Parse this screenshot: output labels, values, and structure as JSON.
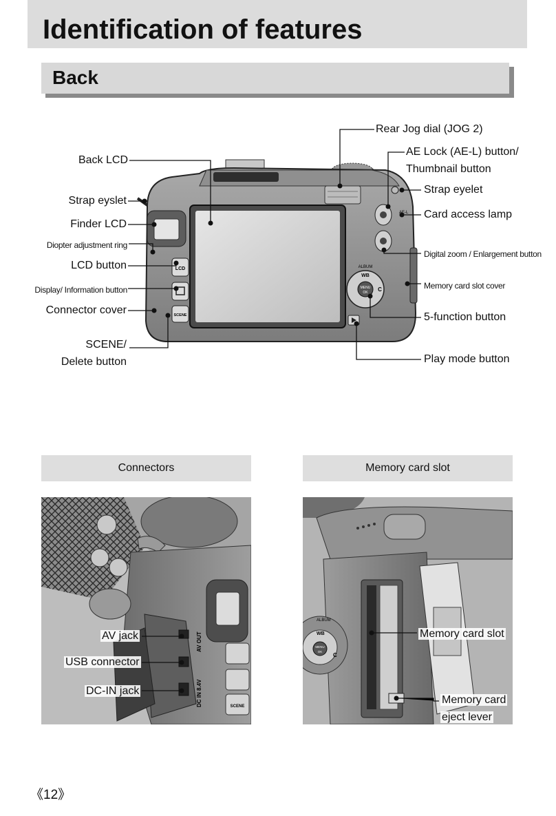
{
  "header": {
    "title": "Identification of features"
  },
  "section": {
    "title": "Back"
  },
  "main_labels": {
    "rear_jog_dial": "Rear Jog dial (JOG 2)",
    "ae_lock_line1": "AE Lock (AE-L) button/",
    "ae_lock_line2": "Thumbnail button",
    "back_lcd": "Back LCD",
    "strap_eyslet": "Strap eyslet",
    "strap_eyelet": "Strap eyelet",
    "card_access_lamp": "Card access lamp",
    "finder_lcd": "Finder LCD",
    "diopter": "Diopter adjustment ring",
    "digital_zoom": "Digital zoom / Enlargement button",
    "lcd_button": "LCD button",
    "display_info": "Display/  Information  button",
    "memory_card_slot_cover": "Memory card slot cover",
    "connector_cover": "Connector cover",
    "five_function": "5-function button",
    "scene_line1": "SCENE/",
    "scene_line2": "Delete button",
    "play_mode": "Play mode button"
  },
  "camera_markings": {
    "lcd": "LCD",
    "scene": "SCENE",
    "album": "ALBUM",
    "wb": "WB",
    "menu": "MENU",
    "ok": "OK",
    "c": "C",
    "ael": "AE-L"
  },
  "connectors": {
    "heading": "Connectors",
    "av_jack": "AV jack",
    "usb": "USB connector",
    "dc_in": "DC-IN jack",
    "av_out": "AV OUT",
    "dc_in_marking": "DC IN 8.4V",
    "scene": "SCENE"
  },
  "memory_card": {
    "heading": "Memory card slot",
    "slot": "Memory card slot",
    "eject_line1": "Memory card",
    "eject_line2": "eject lever",
    "album": "ALBUM",
    "wb": "WB",
    "menu": "MENU",
    "ok": "OK",
    "c": "C"
  },
  "footer": {
    "page_number": "《12》"
  }
}
